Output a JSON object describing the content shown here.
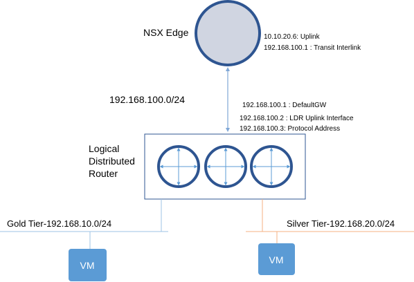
{
  "edge": {
    "name": "NSX Edge",
    "uplink_line": "10.10.20.6: Uplink",
    "transit_line": "192.168.100.1 : Transit Interlink"
  },
  "transit": {
    "subnet": "192.168.100.0/24",
    "default_gw": "192.168.100.1 : DefaultGW",
    "ldr_uplink": "192.168.100.2 : LDR Uplink Interface",
    "protocol_address": "192.168.100.3: Protocol Address"
  },
  "ldr": {
    "label_line1": "Logical",
    "label_line2": "Distributed",
    "label_line3": "Router"
  },
  "tiers": {
    "gold": {
      "label": "Gold Tier-192.168.10.0/24",
      "vm_label": "VM"
    },
    "silver": {
      "label": "Silver Tier-192.168.20.0/24",
      "vm_label": "VM"
    }
  },
  "colors": {
    "edge_fill": "#d0d5e1",
    "edge_stroke": "#2e5591",
    "router_circle": "#2e5591",
    "router_arrow": "#5b9bd5",
    "link": "#7fa7d6",
    "gold_line": "#9dc3e6",
    "silver_line": "#f4b183",
    "vm_fill": "#5b9bd5",
    "box_stroke": "#2e5591"
  }
}
